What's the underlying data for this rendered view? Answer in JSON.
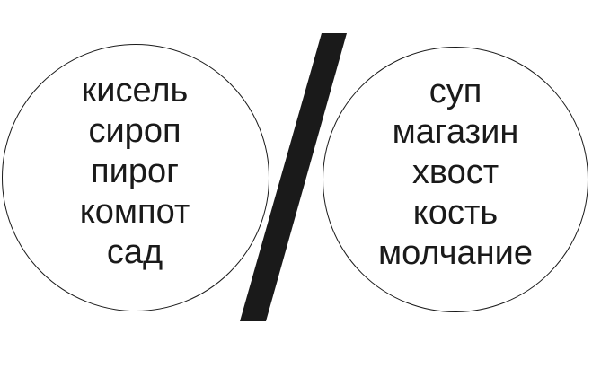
{
  "diagram": {
    "left_group": {
      "words": [
        "кисель",
        "сироп",
        "пирог",
        "компот",
        "сад"
      ]
    },
    "right_group": {
      "words": [
        "суп",
        "магазин",
        "хвост",
        "кость",
        "молчание"
      ]
    },
    "divider": {
      "symbol": "slash",
      "color": "#1a1a1a"
    }
  }
}
